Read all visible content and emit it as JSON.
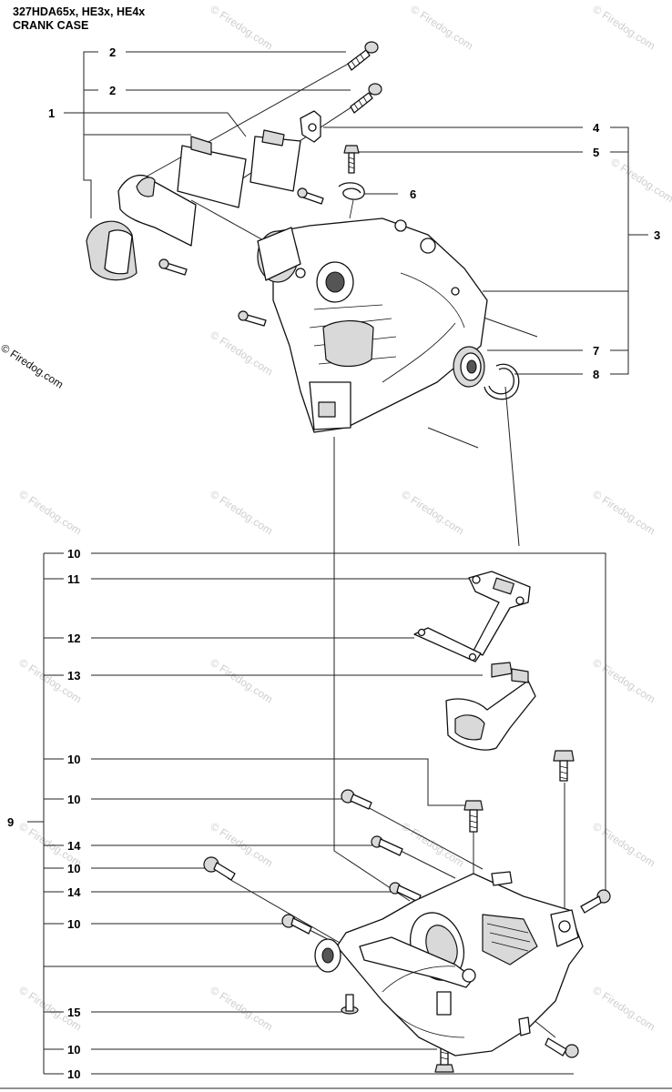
{
  "title": {
    "model_line": "327HDA65x, HE3x, HE4x",
    "section": "CRANK CASE"
  },
  "watermark": "© Firedog.com",
  "callouts": [
    {
      "label": "2"
    },
    {
      "label": "2"
    },
    {
      "label": "1"
    },
    {
      "label": "4"
    },
    {
      "label": "5"
    },
    {
      "label": "6"
    },
    {
      "label": "3"
    },
    {
      "label": "7"
    },
    {
      "label": "8"
    },
    {
      "label": "10"
    },
    {
      "label": "11"
    },
    {
      "label": "12"
    },
    {
      "label": "13"
    },
    {
      "label": "10"
    },
    {
      "label": "10"
    },
    {
      "label": "9"
    },
    {
      "label": "14"
    },
    {
      "label": "10"
    },
    {
      "label": "14"
    },
    {
      "label": "10"
    },
    {
      "label": "15"
    },
    {
      "label": "10"
    },
    {
      "label": "10"
    }
  ]
}
